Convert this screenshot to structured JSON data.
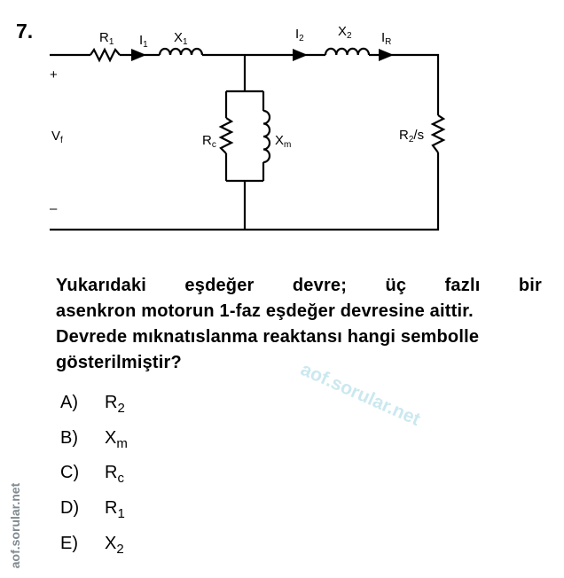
{
  "question_number": "7.",
  "circuit": {
    "r1": {
      "main": "R",
      "sub": "1"
    },
    "i1": {
      "main": "I",
      "sub": "1"
    },
    "x1": {
      "main": "X",
      "sub": "1"
    },
    "i2": {
      "main": "I",
      "sub": "2"
    },
    "x2": {
      "main": "X",
      "sub": "2"
    },
    "ir": {
      "main": "I",
      "sub": "R"
    },
    "plus": "+",
    "minus": "–",
    "vf": {
      "main": "V",
      "sub": "f"
    },
    "rc": {
      "main": "R",
      "sub": "c"
    },
    "xm": {
      "main": "X",
      "sub": "m"
    },
    "r2s": {
      "main": "R",
      "sub": "2",
      "tail": "/s"
    }
  },
  "question": {
    "line1": "Yukarıdaki eşdeğer devre; üç fazlı bir",
    "rest": "asenkron motorun 1-faz eşdeğer devresine aittir. Devrede mıknatıslanma reaktansı hangi sembolle gösterilmiştir?"
  },
  "options": [
    {
      "letter": "A)",
      "main": "R",
      "sub": "2"
    },
    {
      "letter": "B)",
      "main": "X",
      "sub": "m"
    },
    {
      "letter": "C)",
      "main": "R",
      "sub": "c"
    },
    {
      "letter": "D)",
      "main": "R",
      "sub": "1"
    },
    {
      "letter": "E)",
      "main": "X",
      "sub": "2"
    }
  ],
  "watermark": "aof.sorular.net",
  "side_watermark": "aof.sorular.net"
}
